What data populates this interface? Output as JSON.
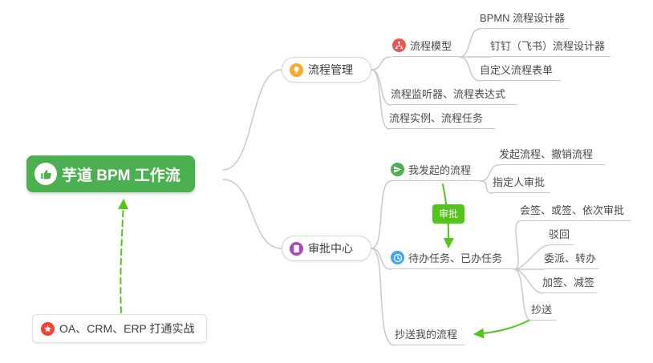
{
  "colors": {
    "root_bg": "#4caf50",
    "connector": "#c9c9c9",
    "arrow_green": "#52c41a",
    "tag_bg": "#52c41a",
    "icon_process_mgmt": "#ffa726",
    "icon_process_model": "#ef5350",
    "icon_my_initiated": "#4caf50",
    "icon_todo_done": "#42a5f5",
    "icon_approval_center": "#ab47bc",
    "icon_practice": "#f44336"
  },
  "nodes": {
    "root": {
      "label": "芋道 BPM 工作流"
    },
    "practice": {
      "label": "OA、CRM、ERP 打通实战"
    },
    "process_mgmt": {
      "label": "流程管理"
    },
    "process_model": {
      "label": "流程模型"
    },
    "bpmn_designer": {
      "label": "BPMN 流程设计器"
    },
    "dingtalk_designer": {
      "label": "钉钉（飞书）流程设计器"
    },
    "custom_form": {
      "label": "自定义流程表单"
    },
    "listener_expression": {
      "label": "流程监听器、流程表达式"
    },
    "instance_task": {
      "label": "流程实例、流程任务"
    },
    "approval_center": {
      "label": "审批中心"
    },
    "my_initiated": {
      "label": "我发起的流程"
    },
    "initiate_cancel": {
      "label": "发起流程、撤销流程"
    },
    "assignee_approval": {
      "label": "指定人审批"
    },
    "todo_done": {
      "label": "待办任务、已办任务"
    },
    "countersign": {
      "label": "会签、或签、依次审批"
    },
    "reject": {
      "label": "驳回"
    },
    "delegate_transfer": {
      "label": "委派、转办"
    },
    "add_reduce_sign": {
      "label": "加签、减签"
    },
    "cc": {
      "label": "抄送"
    },
    "cc_my_process": {
      "label": "抄送我的流程"
    },
    "approval_tag": {
      "label": "审批"
    }
  }
}
